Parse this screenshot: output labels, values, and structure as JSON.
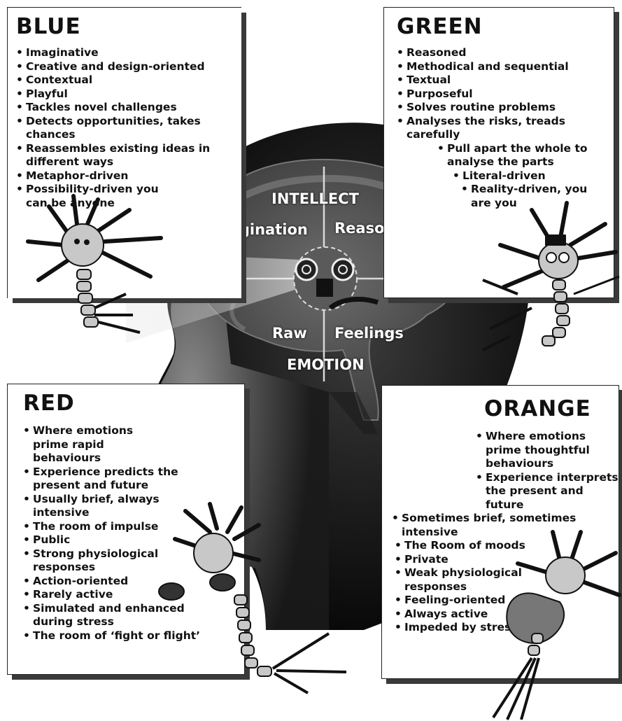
{
  "blue": {
    "title": "BLUE",
    "items": [
      "Imaginative",
      "Creative and design-oriented",
      "Contextual",
      "Playful",
      "Tackles novel challenges",
      "Detects opportunities, takes chances",
      "Reassembles existing ideas in different ways",
      "Metaphor-driven",
      "Possibility-driven you can be anyone"
    ]
  },
  "green": {
    "title": "GREEN",
    "items": [
      "Reasoned",
      "Methodical and sequential",
      "Textual",
      "Purposeful",
      "Solves routine problems",
      "Analyses the risks, treads carefully",
      "Pull apart the whole to analyse the parts",
      "Literal-driven",
      "Reality-driven, you are you"
    ]
  },
  "red": {
    "title": "RED",
    "items": [
      "Where emotions prime rapid behaviours",
      "Experience predicts the present and future",
      "Usually brief, always intensive",
      "The room of impulse",
      "Public",
      "Strong physiological responses",
      "Action-oriented",
      "Rarely active",
      "Simulated and enhanced during stress",
      "The room of ‘fight or flight’"
    ]
  },
  "orange": {
    "title": "ORANGE",
    "items": [
      "Where emotions prime thoughtful behaviours",
      "Experience interprets the present and future",
      "Sometimes brief, sometimes intensive",
      "The Room of moods",
      "Private",
      "Weak physiological responses",
      "Feeling-oriented",
      "Always active",
      "Impeded by stress"
    ]
  },
  "brain": {
    "intellect": "INTELLECT",
    "imagination": "Imagination",
    "reason": "Reason",
    "raw": "Raw",
    "feelings": "Feelings",
    "emotion": "EMOTION"
  }
}
